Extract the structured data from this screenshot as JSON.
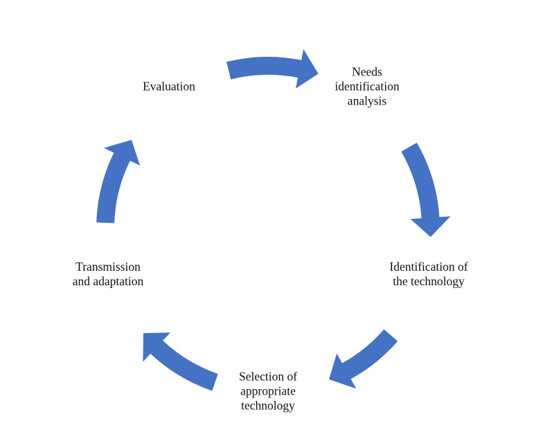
{
  "diagram": {
    "type": "cycle",
    "arrow_color": "#4472C4",
    "nodes": [
      {
        "id": "evaluation",
        "label": "Evaluation"
      },
      {
        "id": "needs",
        "label": "Needs\nidentification\nanalysis"
      },
      {
        "id": "identification",
        "label": "Identification of\nthe technology"
      },
      {
        "id": "selection",
        "label": "Selection of\nappropriate\ntechnology"
      },
      {
        "id": "transmission",
        "label": "Transmission\nand adaptation"
      }
    ],
    "edges": [
      {
        "from": "evaluation",
        "to": "needs"
      },
      {
        "from": "needs",
        "to": "identification"
      },
      {
        "from": "identification",
        "to": "selection"
      },
      {
        "from": "selection",
        "to": "transmission"
      },
      {
        "from": "transmission",
        "to": "evaluation"
      }
    ]
  }
}
